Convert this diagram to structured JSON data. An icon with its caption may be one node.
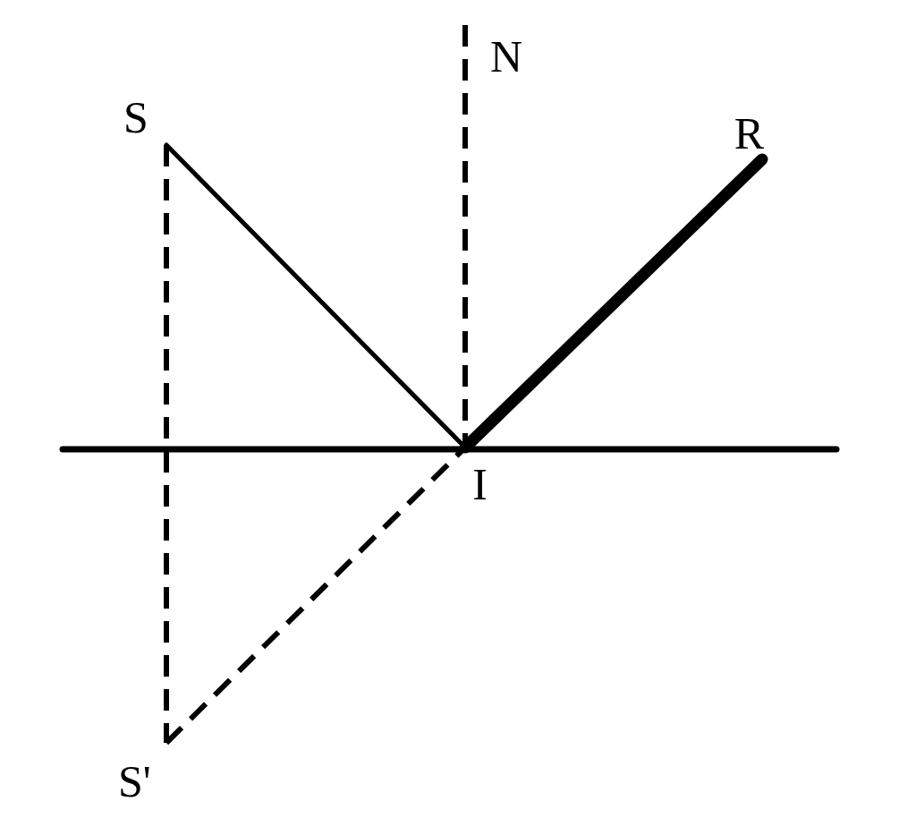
{
  "diagram": {
    "nodes": [
      {
        "text": [
          "S"
        ]
      },
      {
        "text": [
          "N"
        ]
      },
      {
        "text": [
          "R"
        ]
      },
      {
        "text": [
          "I"
        ]
      },
      {
        "text": [
          "S'"
        ]
      }
    ],
    "edges": [
      {
        "from": 0,
        "to": 3,
        "arrow": "none"
      },
      {
        "from": 3,
        "to": 2,
        "arrow": "none",
        "style": "thick"
      },
      {
        "from": 1,
        "to": 3,
        "arrow": "none",
        "style": "dashed"
      },
      {
        "from": 0,
        "to": 4,
        "arrow": "none",
        "style": "dashed"
      },
      {
        "from": 4,
        "to": 3,
        "arrow": "none",
        "style": "dashed"
      }
    ]
  }
}
